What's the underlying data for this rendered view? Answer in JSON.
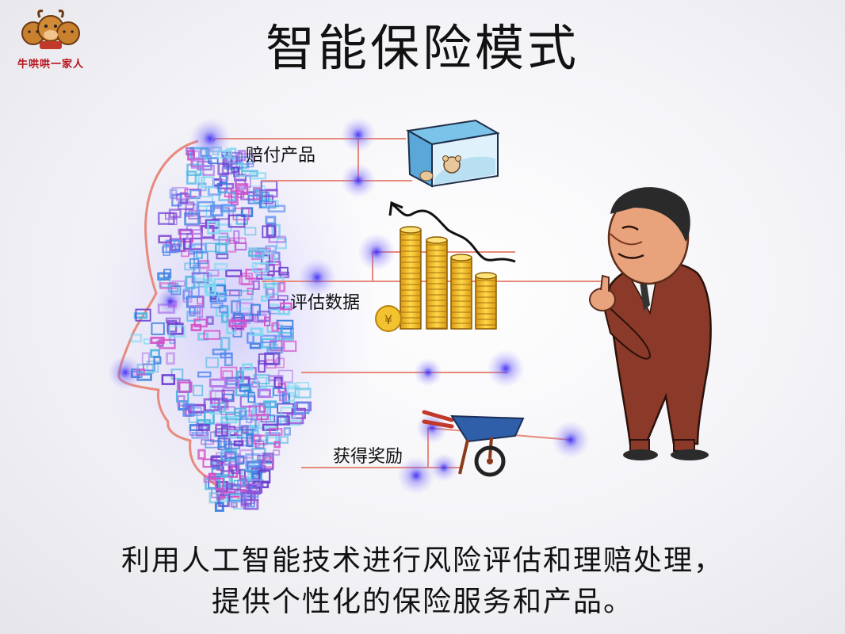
{
  "logo": {
    "text": "牛哄哄一家人",
    "icon": "cattle-family-logo"
  },
  "title": "智能保险模式",
  "labels": {
    "compensation": "赔付产品",
    "evaluation": "评估数据",
    "reward": "获得奖励"
  },
  "caption": {
    "line1": "利用人工智能技术进行风险评估和理赔处理，",
    "line2": "提供个性化的保险服务和产品。"
  },
  "colors": {
    "connector": "#e8887a",
    "face_outline": "#e88a7d",
    "glow": "#6a5cf0",
    "coin": "#f2c230",
    "suit": "#8b3a2a"
  },
  "icons": {
    "box": "freezer-box-icon",
    "coins": "coin-stacks-icon",
    "cart": "wheelbarrow-icon",
    "man": "businessman-thumbs-up-icon",
    "yuan": "yuan-coin-icon"
  }
}
